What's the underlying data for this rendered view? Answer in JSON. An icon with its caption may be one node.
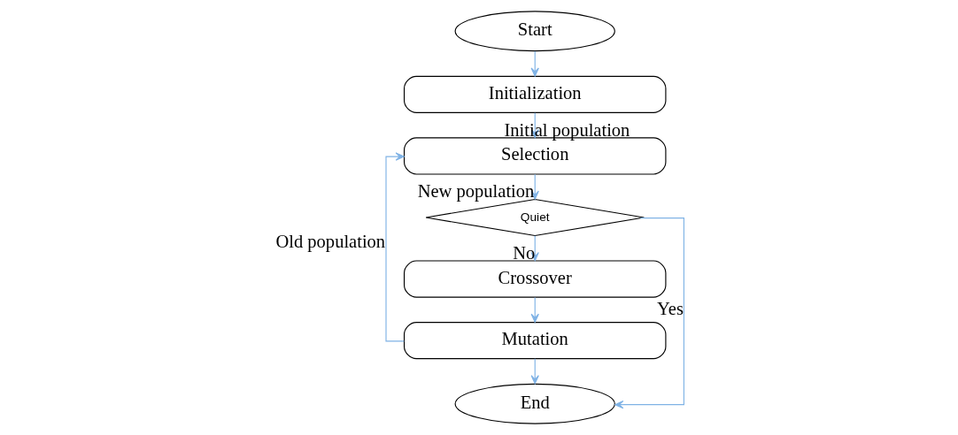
{
  "diagram": {
    "nodes": [
      {
        "text": [
          "Start"
        ]
      },
      {
        "text": [
          "Initialization"
        ]
      },
      {
        "text": [
          "Selection"
        ]
      },
      {
        "text": [
          "Quiet"
        ]
      },
      {
        "text": [
          "Crossover"
        ]
      },
      {
        "text": [
          "Mutation"
        ]
      },
      {
        "text": [
          "End"
        ]
      }
    ],
    "edges": [
      {
        "from": 0,
        "to": 1,
        "arrow": "to"
      },
      {
        "from": 1,
        "to": 2,
        "arrow": "to",
        "label": "Initial population"
      },
      {
        "from": 2,
        "to": 3,
        "arrow": "to",
        "label": "New population"
      },
      {
        "from": 3,
        "to": 6,
        "arrow": "to",
        "label": "Yes"
      },
      {
        "from": 3,
        "to": 4,
        "arrow": "to",
        "label": "No"
      },
      {
        "from": 4,
        "to": 5,
        "arrow": "to"
      },
      {
        "from": 5,
        "to": 6,
        "arrow": "to"
      },
      {
        "from": 5,
        "to": 2,
        "arrow": "to",
        "label": "Old population"
      }
    ]
  }
}
